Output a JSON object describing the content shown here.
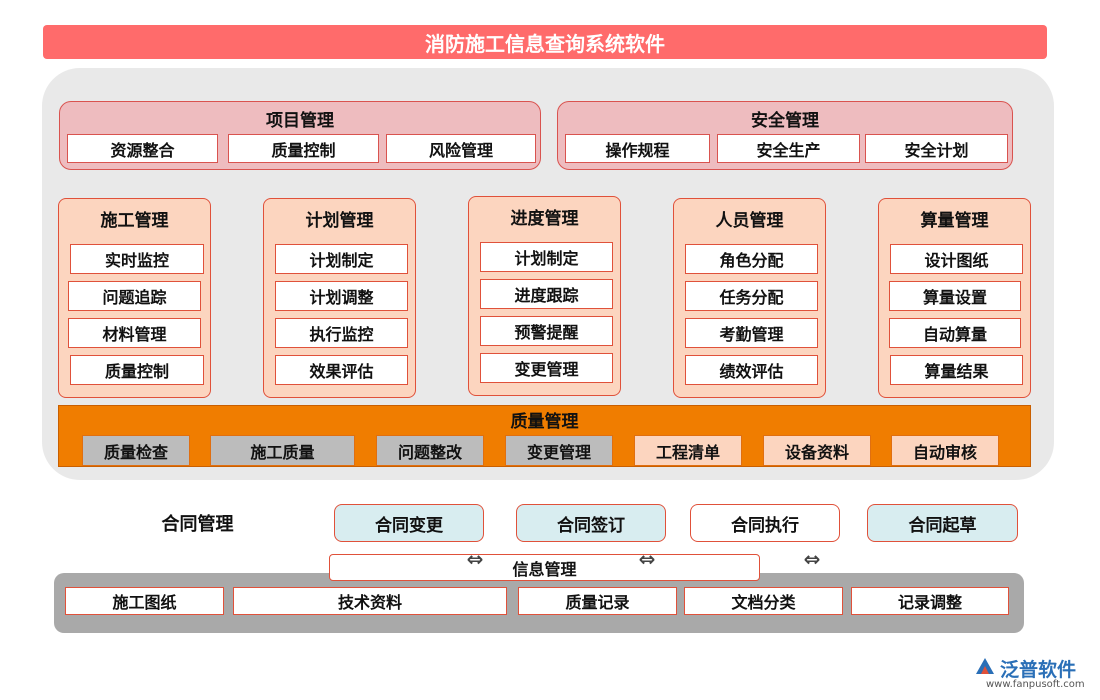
{
  "title": "消防施工信息查询系统软件",
  "top_groups": [
    {
      "title": "项目管理",
      "items": [
        "资源整合",
        "质量控制",
        "风险管理"
      ]
    },
    {
      "title": "安全管理",
      "items": [
        "操作规程",
        "安全生产",
        "安全计划"
      ]
    }
  ],
  "columns": [
    {
      "title": "施工管理",
      "items": [
        "实时监控",
        "问题追踪",
        "材料管理",
        "质量控制"
      ]
    },
    {
      "title": "计划管理",
      "items": [
        "计划制定",
        "计划调整",
        "执行监控",
        "效果评估"
      ]
    },
    {
      "title": "进度管理",
      "items": [
        "计划制定",
        "进度跟踪",
        "预警提醒",
        "变更管理"
      ]
    },
    {
      "title": "人员管理",
      "items": [
        "角色分配",
        "任务分配",
        "考勤管理",
        "绩效评估"
      ]
    },
    {
      "title": "算量管理",
      "items": [
        "设计图纸",
        "算量设置",
        "自动算量",
        "算量结果"
      ]
    }
  ],
  "quality": {
    "title": "质量管理",
    "items": [
      "质量检查",
      "施工质量",
      "问题整改",
      "变更管理",
      "工程清单",
      "设备资料",
      "自动审核"
    ]
  },
  "contract": {
    "label": "合同管理",
    "items": [
      "合同变更",
      "合同签订",
      "合同执行",
      "合同起草"
    ]
  },
  "info": {
    "title": "信息管理",
    "items": [
      "施工图纸",
      "技术资料",
      "质量记录",
      "文档分类",
      "记录调整"
    ]
  },
  "logo": {
    "name": "泛普软件",
    "url": "www.fanpusoft.com"
  },
  "colors": {
    "title_bar": "#ff6b6b",
    "quality_bar": "#f07d00",
    "accent_border": "#e0513a"
  }
}
